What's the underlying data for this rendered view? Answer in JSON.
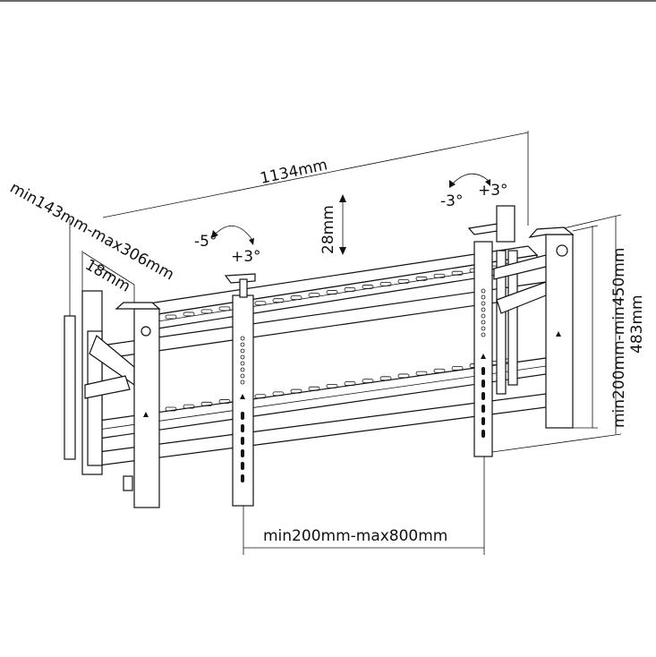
{
  "diagram": {
    "labels": {
      "width": "1134mm",
      "depth_range": "min143mm-max306mm",
      "micro_adjust": "18mm",
      "rail_height_offset": "28mm",
      "tilt_left_minus": "-5°",
      "tilt_left_plus": "+3°",
      "tilt_right_minus": "-3°",
      "tilt_right_plus": "+3°",
      "vertical_vesa": "min200mm-min450mm",
      "height": "483mm",
      "horizontal_vesa": "min200mm-max800mm"
    },
    "colors": {
      "line": "#111111",
      "background": "#ffffff"
    }
  }
}
